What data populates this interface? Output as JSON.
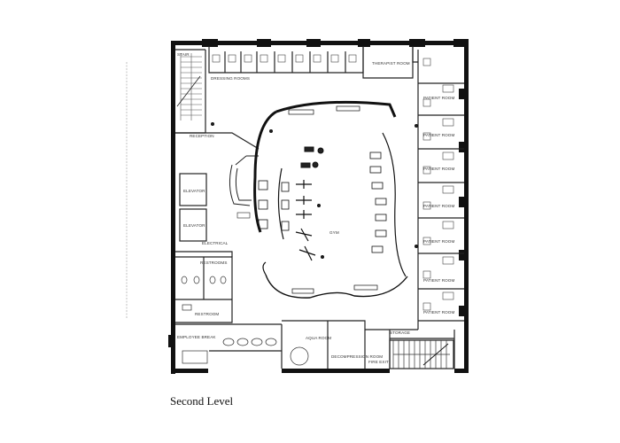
{
  "caption": "Second Level",
  "rooms": {
    "stair": "STAIR",
    "dressing_rooms": "DRESSING ROOMS",
    "therapist_room": "THERAPIST ROOM",
    "reception": "RECEPTION",
    "elevator_1": "ELEVATOR",
    "elevator_2": "ELEVATOR",
    "electrical": "ELECTRICAL",
    "restrooms": "RESTROOMS",
    "restroom_2": "RESTROOM",
    "employee_break": "EMPLOYEE BREAK",
    "gym": "GYM",
    "aqua_room": "AQUA ROOM",
    "decompression_room": "DECOMPRESSION ROOM",
    "storage": "STORAGE",
    "fire_exit": "FIRE EXIT",
    "patient_room": "PATIENT ROOM"
  }
}
